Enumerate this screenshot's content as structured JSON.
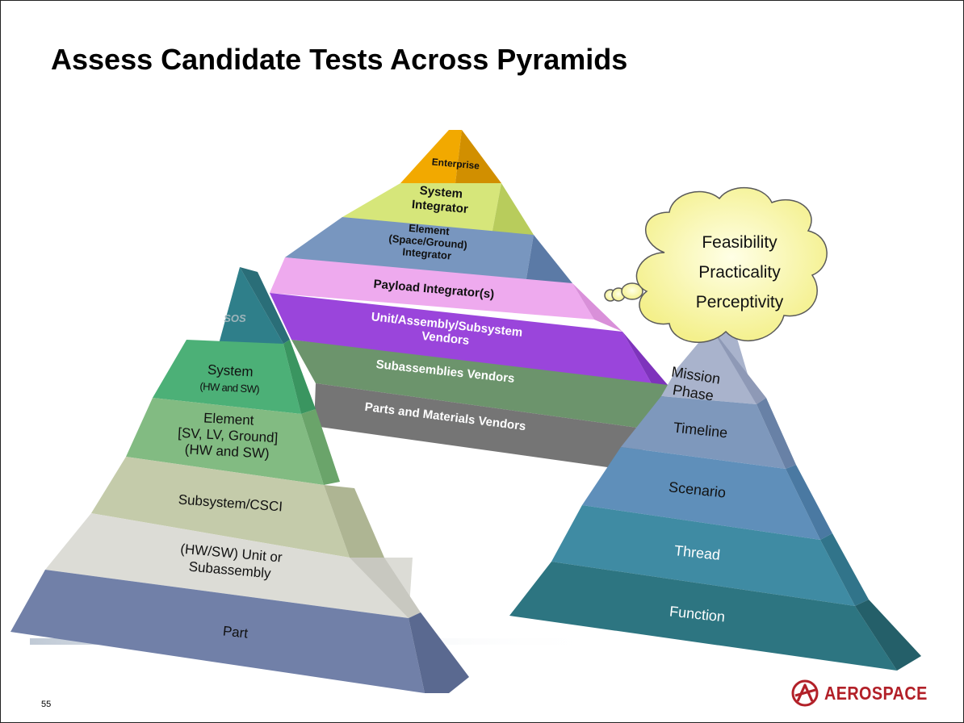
{
  "slide": {
    "title": "Assess Candidate Tests Across Pyramids",
    "number": "55",
    "logo_text": "AEROSPACE"
  },
  "pyramids": {
    "vendor": {
      "tiers": [
        {
          "label": "Enterprise",
          "color": "#f2a900"
        },
        {
          "label": "System Integrator",
          "color": "#d6e67a"
        },
        {
          "label": "Element (Space/Ground) Integrator",
          "color": "#7896bf"
        },
        {
          "label": "Payload Integrator(s)",
          "color": "#eeaaee"
        },
        {
          "label": "Unit/Assembly/Subsystem Vendors",
          "color": "#9a45db"
        },
        {
          "label": "Subassemblies Vendors",
          "color": "#6c946c"
        },
        {
          "label": "Parts and Materials Vendors",
          "color": "#757575"
        }
      ]
    },
    "system": {
      "tiers": [
        {
          "label": "SOS",
          "color": "#2f7f8a"
        },
        {
          "label": "System (HW and SW)",
          "color": "#4cb077"
        },
        {
          "label": "Element [SV, LV, Ground] (HW and SW)",
          "color": "#82bb82"
        },
        {
          "label": "Subsystem/CSCI",
          "color": "#c4cbaa"
        },
        {
          "label": "(HW/SW) Unit or Subassembly",
          "color": "#dcdcd6"
        },
        {
          "label": "Part",
          "color": "#7180a8"
        }
      ]
    },
    "mission": {
      "tiers": [
        {
          "label": "Mission Phase",
          "color": "#a9b3cc"
        },
        {
          "label": "Timeline",
          "color": "#7e98bc"
        },
        {
          "label": "Scenario",
          "color": "#5f8fba"
        },
        {
          "label": "Thread",
          "color": "#3f8ba3"
        },
        {
          "label": "Function",
          "color": "#2d7581"
        }
      ]
    }
  },
  "callout": {
    "lines": [
      "Feasibility",
      "Practicality",
      "Perceptivity"
    ]
  },
  "colors": {
    "callout_fill": "#fdfbc2",
    "logo_red": "#b22028"
  }
}
